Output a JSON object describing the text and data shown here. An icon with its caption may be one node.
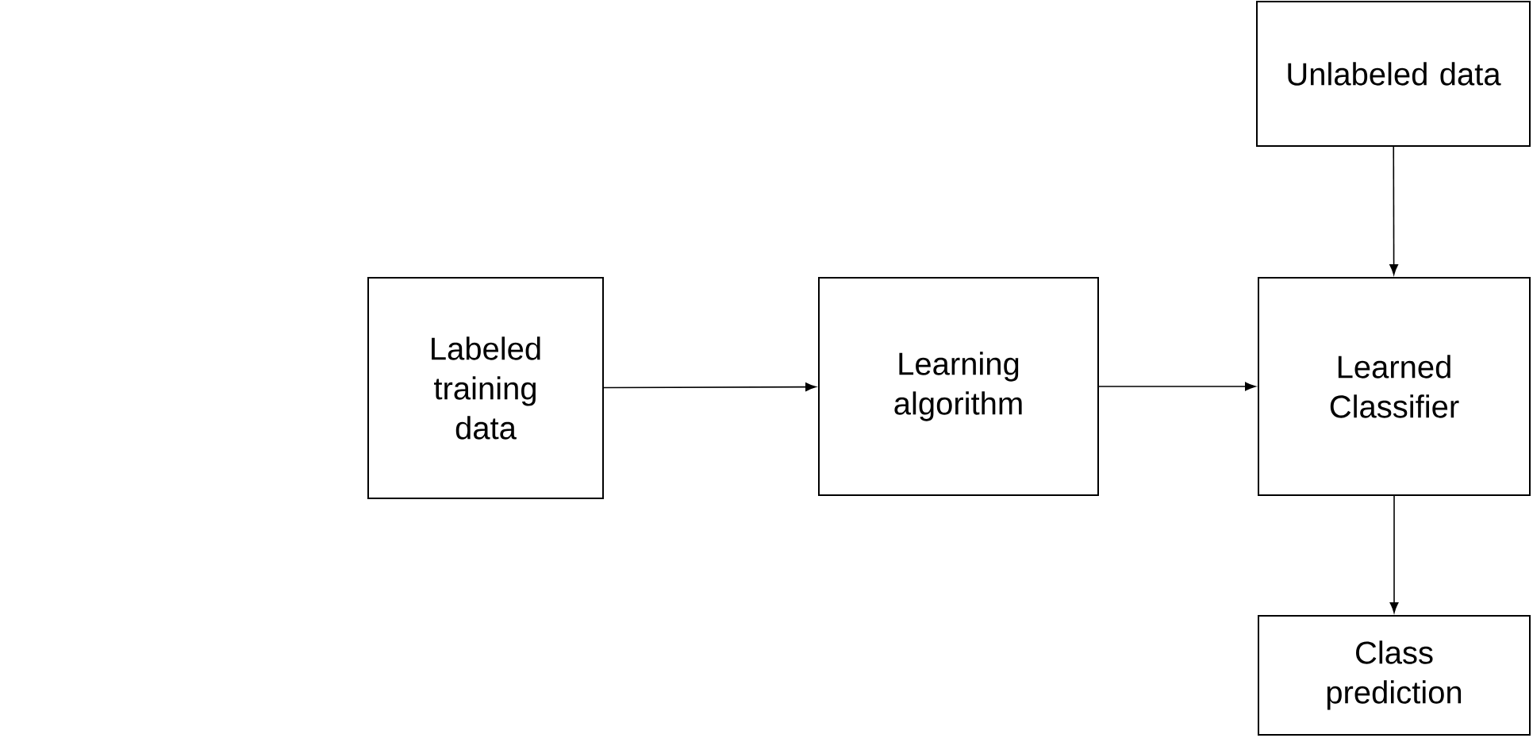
{
  "diagram": {
    "nodes": [
      {
        "text": [
          "Labeled training data"
        ]
      },
      {
        "text": [
          "Learning algorithm"
        ]
      },
      {
        "text": [
          "Unlabeled data"
        ]
      },
      {
        "text": [
          "Learned Classifier"
        ]
      },
      {
        "text": [
          "Class prediction"
        ]
      }
    ],
    "edges": [
      {
        "from": 0,
        "to": 1,
        "arrow": "to"
      },
      {
        "from": 1,
        "to": 3,
        "arrow": "to"
      },
      {
        "from": 2,
        "to": 3,
        "arrow": "to"
      },
      {
        "from": 3,
        "to": 4,
        "arrow": "to"
      }
    ]
  }
}
